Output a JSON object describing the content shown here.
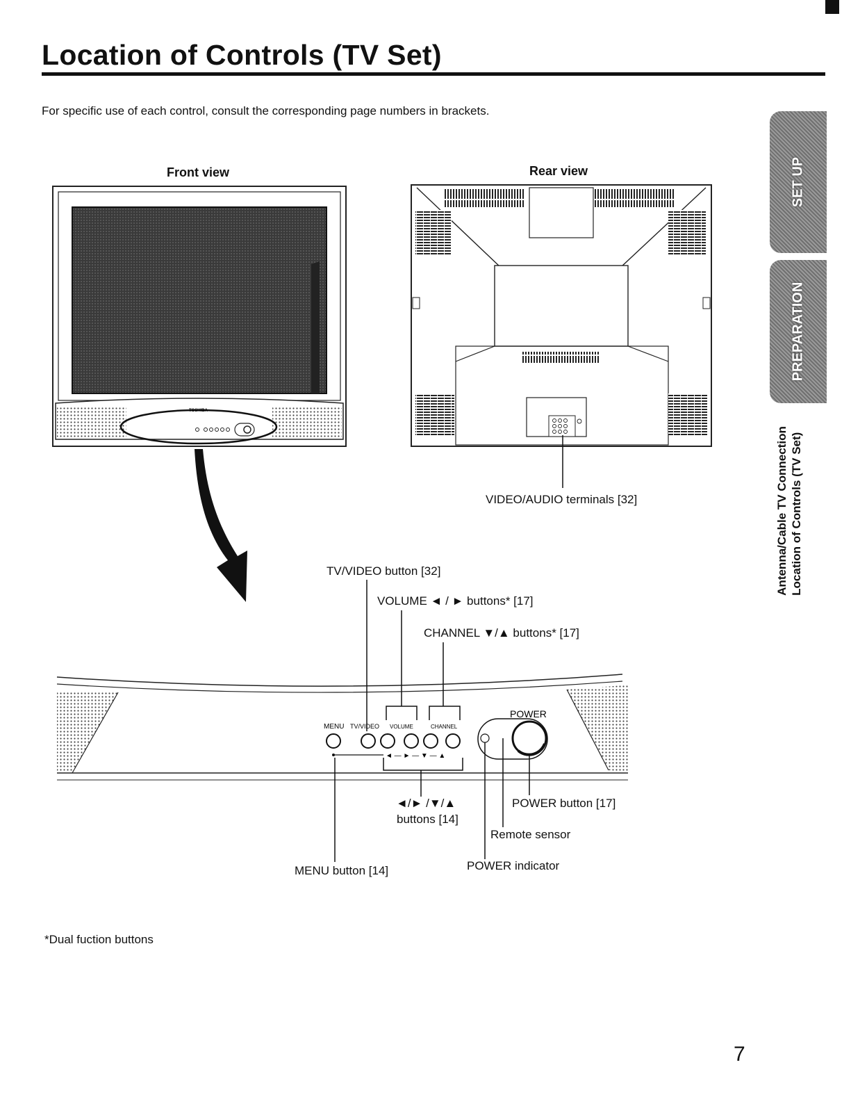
{
  "page": {
    "title": "Location of Controls (TV Set)",
    "intro": "For specific use of each control, consult the corresponding page numbers in brackets.",
    "footnote": "*Dual fuction buttons",
    "page_number": "7"
  },
  "side_tabs": [
    {
      "label": "SET UP"
    },
    {
      "label": "PREPARATION"
    }
  ],
  "section_labels": [
    "Antenna/Cable TV Connection",
    "Location of Controls (TV Set)"
  ],
  "front_view": {
    "label": "Front view",
    "brand": "TOSHIBA"
  },
  "rear_view": {
    "label": "Rear view",
    "callout": "VIDEO/AUDIO terminals [32]"
  },
  "panel": {
    "labels": {
      "menu": "MENU",
      "tv_video": "TV/VIDEO",
      "volume": "VOLUME",
      "channel": "CHANNEL",
      "power": "POWER"
    },
    "arrows": "◄ — ► — ▼ — ▲"
  },
  "callouts": {
    "tv_video": "TV/VIDEO button [32]",
    "volume": "VOLUME ◄ / ► buttons* [17]",
    "channel": "CHANNEL ▼/▲ buttons* [17]",
    "arrows_line1": "◄/► /▼/▲",
    "arrows_line2": "buttons [14]",
    "menu": "MENU button [14]",
    "power_button": "POWER button [17]",
    "remote_sensor": "Remote sensor",
    "power_indicator": "POWER indicator"
  }
}
